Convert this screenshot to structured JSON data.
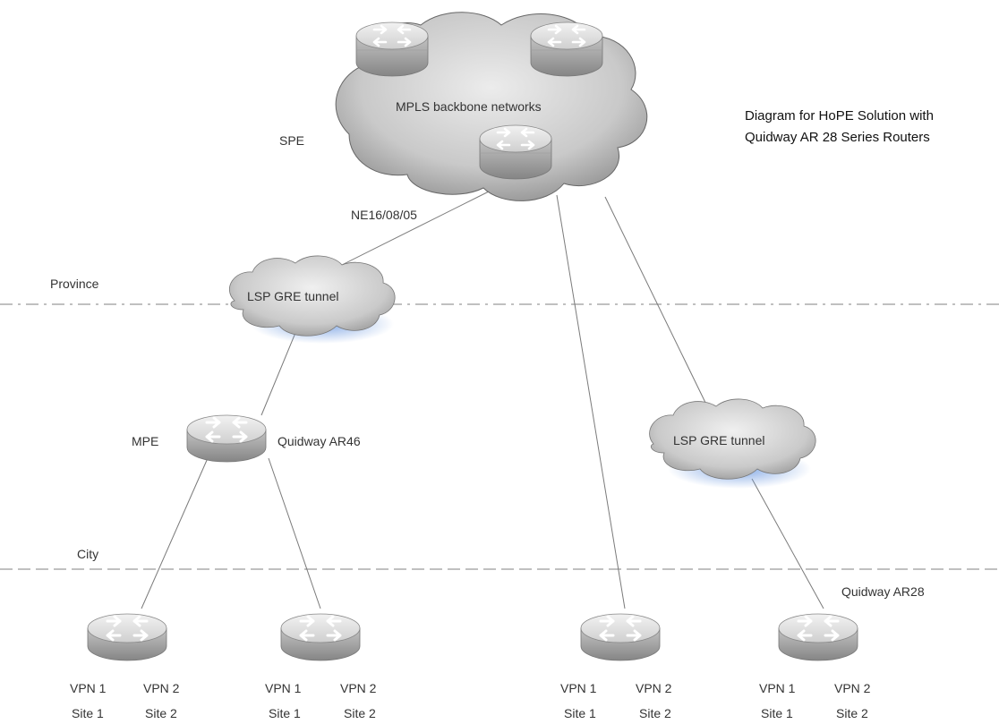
{
  "title": {
    "line1": "Diagram for HoPE Solution with",
    "line2": "Quidway AR 28 Series Routers"
  },
  "backbone": {
    "label": "MPLS backbone networks",
    "role_label": "SPE",
    "router_label": "NE16/08/05"
  },
  "levels": {
    "province": "Province",
    "city": "City"
  },
  "tunnels": {
    "left": "LSP GRE tunnel",
    "right": "LSP GRE tunnel"
  },
  "mpe": {
    "role_label": "MPE",
    "model_label": "Quidway AR46"
  },
  "ar28_label": "Quidway AR28",
  "sites": [
    {
      "vpn1": "VPN 1",
      "vpn2": "VPN 2",
      "site1": "Site 1",
      "site2": "Site 2"
    },
    {
      "vpn1": "VPN 1",
      "vpn2": "VPN 2",
      "site1": "Site 1",
      "site2": "Site 2"
    },
    {
      "vpn1": "VPN 1",
      "vpn2": "VPN 2",
      "site1": "Site 1",
      "site2": "Site 2"
    },
    {
      "vpn1": "VPN 1",
      "vpn2": "VPN 2",
      "site1": "Site 1",
      "site2": "Site 2"
    }
  ],
  "colors": {
    "cloud_fill": "#cfcfcf",
    "cloud_edge": "#555555",
    "router_top": "#e6e6e6",
    "router_side": "#9a9a9a",
    "tunnel_glow": "#7fa8e0",
    "divider": "#9a9a9a"
  }
}
